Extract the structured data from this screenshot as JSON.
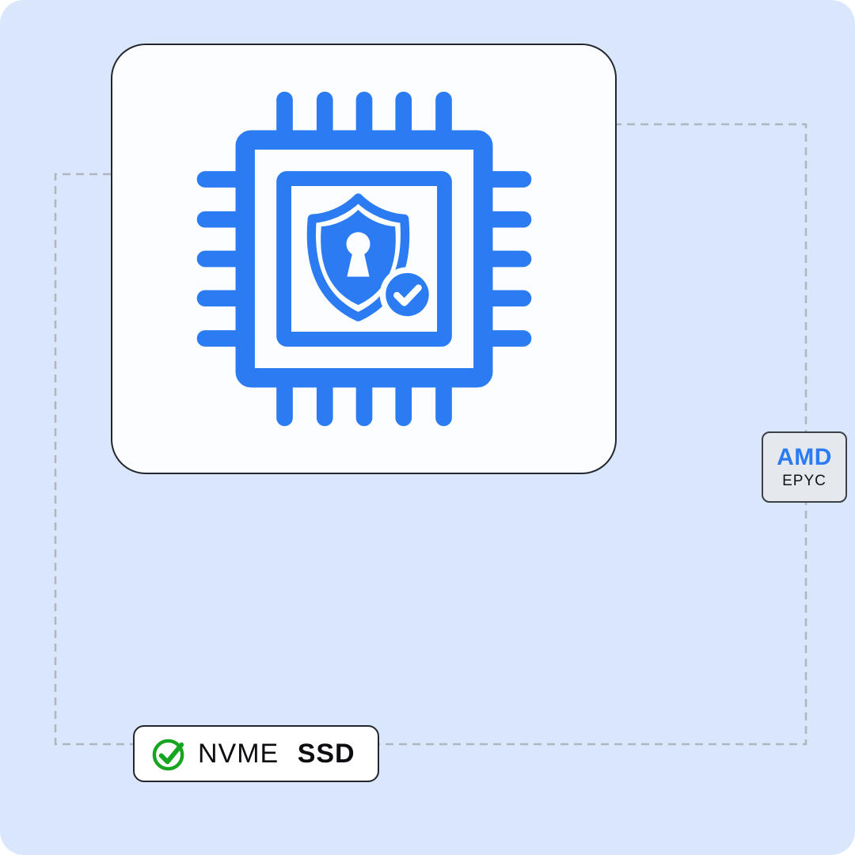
{
  "colors": {
    "background": "#d9e6fb",
    "accent_blue": "#2b7bf3",
    "card_bg": "#fbfdff",
    "card_border": "#22262e",
    "dash": "#aeb6c2",
    "check_green": "#16a51f",
    "amd_badge_bg": "#e5e8ec",
    "text_dark": "#111318"
  },
  "cpu_card": {
    "icon": "secure-cpu-chip-icon"
  },
  "badges": {
    "amd": {
      "title": "AMD",
      "subtitle": "EPYC"
    },
    "nvme": {
      "icon": "green-check-icon",
      "prefix": "NVME ",
      "suffix": "SSD"
    }
  },
  "connector": {
    "style": "dashed"
  }
}
